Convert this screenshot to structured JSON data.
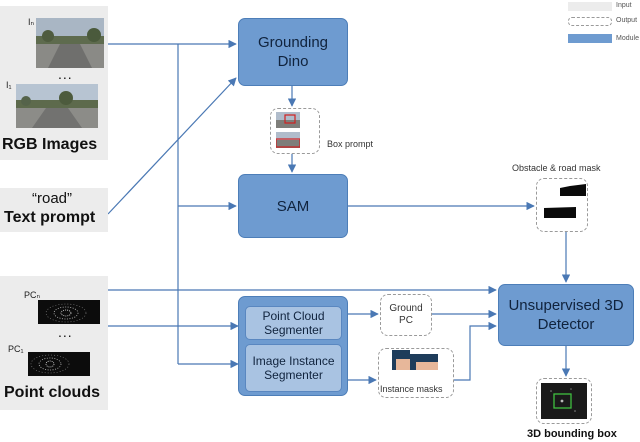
{
  "legend": {
    "input_label": "Input",
    "output_label": "Output",
    "module_label": "Module"
  },
  "inputs": {
    "rgb": {
      "frame_first_label": "Iₙ",
      "ellipsis": "...",
      "frame_last_label": "I₁",
      "title": "RGB Images"
    },
    "text": {
      "quote": "“road”",
      "title": "Text prompt"
    },
    "pointclouds": {
      "frame_first_label": "PCₙ",
      "ellipsis": "...",
      "frame_last_label": "PC₁",
      "title": "Point clouds"
    }
  },
  "modules": {
    "grounding_dino": "Grounding Dino",
    "sam": "SAM",
    "point_cloud_segmenter": "Point Cloud Segmenter",
    "image_instance_segmenter": "Image Instance Segmenter",
    "unsupervised_detector": "Unsupervised 3D Detector"
  },
  "outputs": {
    "box_prompt": "Box prompt",
    "obstacle_road_mask": "Obstacle & road mask",
    "ground_pc": "Ground PC",
    "instance_masks": "Instance masks",
    "bounding_box_3d": "3D bounding box"
  },
  "colors": {
    "module_fill": "#6e9bd0",
    "submodule_fill": "#a9c3e2",
    "input_fill": "#ececec",
    "arrow": "#4a78b4"
  }
}
